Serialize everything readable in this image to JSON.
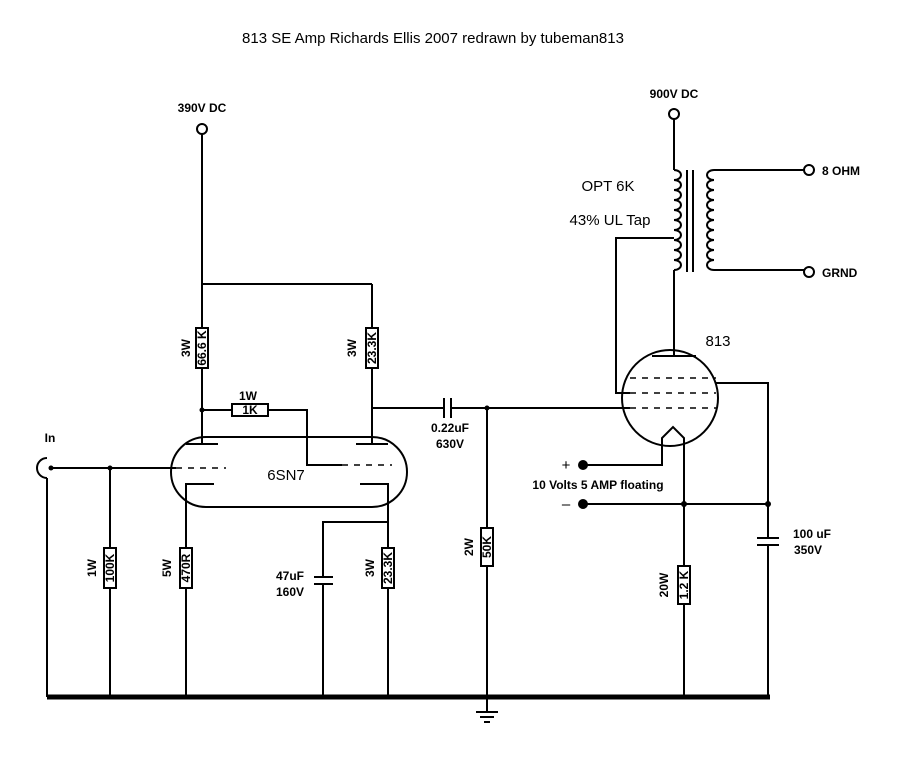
{
  "title": "813 SE Amp Richards Ellis 2007 redrawn by tubeman813",
  "supplies": {
    "b_plus_driver": "390V DC",
    "b_plus_output": "900V DC"
  },
  "input_label": "In",
  "tubes": {
    "driver": "6SN7",
    "output": "813"
  },
  "transformer": {
    "name": "OPT 6K",
    "ul_tap": "43% UL Tap",
    "out_8ohm": "8 OHM",
    "out_gnd": "GRND"
  },
  "resistors": [
    {
      "id": "r_input",
      "value": "100K",
      "watt": "1W"
    },
    {
      "id": "r_cathode1",
      "value": "470R",
      "watt": "5W"
    },
    {
      "id": "r_plate1",
      "value": "66.6 K",
      "watt": "3W"
    },
    {
      "id": "r_coupling",
      "value": "1K",
      "watt": "1W"
    },
    {
      "id": "r_plate2",
      "value": "23.3K",
      "watt": "3W"
    },
    {
      "id": "r_cathode2",
      "value": "23.3K",
      "watt": "3W"
    },
    {
      "id": "r_grid813",
      "value": "50K",
      "watt": "2W"
    },
    {
      "id": "r_cathode813",
      "value": "1.2 K",
      "watt": "20W"
    }
  ],
  "capacitors": [
    {
      "id": "c_coupling",
      "value": "0.22uF",
      "voltage": "630V"
    },
    {
      "id": "c_cathode2",
      "value": "47uF",
      "voltage": "160V"
    },
    {
      "id": "c_cathode813",
      "value": "100 uF",
      "voltage": "350V"
    }
  ],
  "filament": {
    "plus": "+",
    "minus": "–",
    "label": "10 Volts 5 AMP floating"
  }
}
